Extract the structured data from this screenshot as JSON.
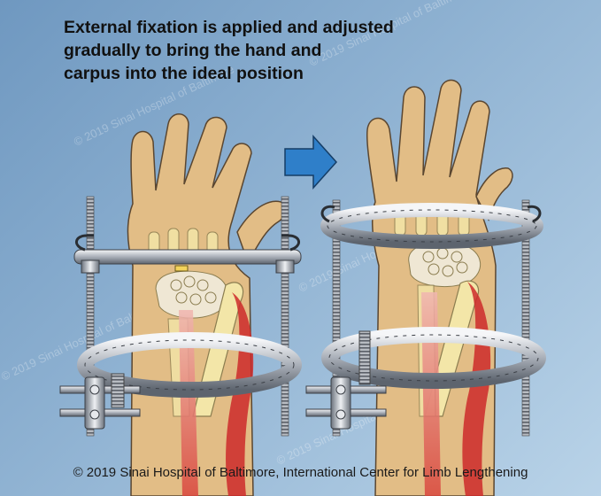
{
  "title_lines": [
    "External fixation is applied and adjusted",
    "gradually to bring the hand and",
    "carpus into the ideal position"
  ],
  "footer": "© 2019 Sinai Hospital of Baltimore, International Center for Limb Lengthening",
  "watermark": "© 2019 Sinai Hospital of Baltimore",
  "colors": {
    "background": "#8fb2d2",
    "skin": "#e2bd86",
    "skin_outline": "#5a4630",
    "bone": "#f3e6a8",
    "artery": "#cc2a2a",
    "metal": "#c9cdd3",
    "arrow": "#2f7fc9"
  }
}
